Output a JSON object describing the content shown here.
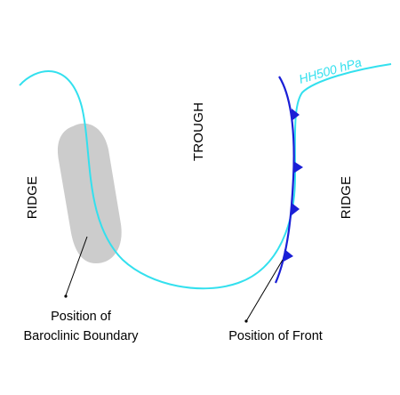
{
  "diagram": {
    "labels": {
      "trough": "TROUGH",
      "ridge_left": "RIDGE",
      "ridge_right": "RIDGE",
      "contour": "HH500 hPa",
      "baroclinic_line1": "Position of",
      "baroclinic_line2": "Baroclinic Boundary",
      "front": "Position of Front"
    },
    "colors": {
      "contour": "#33e0ee",
      "front": "#1a1fd6",
      "baroclinic_zone": "#cccccc",
      "text": "#000000"
    }
  }
}
